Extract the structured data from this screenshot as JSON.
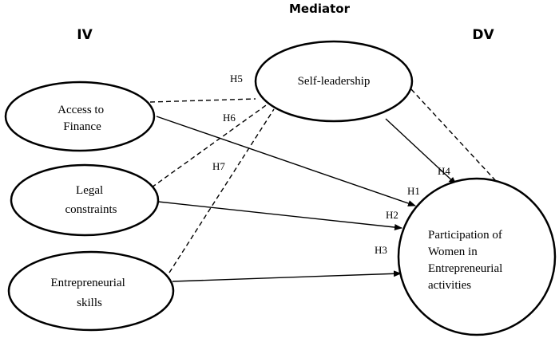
{
  "headings": {
    "mediator": "Mediator",
    "iv": "IV",
    "dv": "DV"
  },
  "nodes": {
    "self_leadership": [
      "Self-leadership"
    ],
    "access_to_finance": [
      "Access to",
      "Finance"
    ],
    "legal_constraints": [
      "Legal",
      "constraints"
    ],
    "entrepreneurial_skills": [
      "Entrepreneurial",
      "skills"
    ],
    "participation": [
      "Participation of",
      "Women in",
      "Entrepreneurial",
      "activities"
    ]
  },
  "hypotheses": {
    "h1": "H1",
    "h2": "H2",
    "h3": "H3",
    "h4": "H4",
    "h5": "H5",
    "h6": "H6",
    "h7": "H7"
  }
}
